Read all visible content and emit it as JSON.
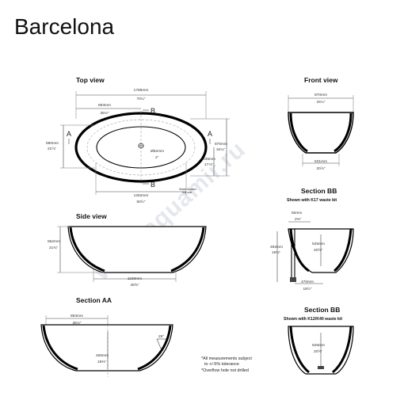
{
  "title": "Barcelona",
  "watermark": "www.aquamir.ru",
  "views": {
    "top": {
      "heading": "Top view",
      "length_mm": "1785mm",
      "length_in": "70¼\"",
      "half_mm": "893mm",
      "half_in": "35⅛\"",
      "width_left_mm": "580mm",
      "width_left_in": "22⅞\"",
      "width_right_mm": "870mm",
      "width_right_in": "34¼\"",
      "waste_dia_mm": "Ø52mm",
      "waste_dia_in": "2\"",
      "inner_mm": "435mm",
      "inner_in": "17⅛\"",
      "bottom_mm": "1262mm",
      "bottom_in": "50½\"",
      "label_a": "A",
      "label_b": "B",
      "small_note": "Waste location",
      "small_note2": "this side"
    },
    "front": {
      "heading": "Front view",
      "top_mm": "870mm",
      "top_in": "34¼\"",
      "base_mm": "531mm",
      "base_in": "20⅞\""
    },
    "side": {
      "heading": "Side view",
      "height_mm": "552mm",
      "height_in": "21¾\"",
      "base_mm": "1160mm",
      "base_in": "45⅝\""
    },
    "section_bb_k17": {
      "heading": "Section BB",
      "subheading": "Shown with K17 waste kit",
      "top_mm": "60mm",
      "top_in": "2⅜\"",
      "left_mm": "492mm",
      "left_in": "19⅜\"",
      "depth_mm": "525mm",
      "depth_in": "20⅝\"",
      "base_mm": "470mm",
      "base_in": "18½\""
    },
    "section_aa": {
      "heading": "Section AA",
      "width_mm": "893mm",
      "width_in": "35⅛\"",
      "depth_mm": "465mm",
      "depth_in": "18⅜\"",
      "angle": "29°"
    },
    "section_bb_k12": {
      "heading": "Section BB",
      "subheading": "Shown with K12/K40 waste kit",
      "depth_mm": "525mm",
      "depth_in": "20⅝\""
    }
  },
  "notes": [
    "*All measurements subject",
    "to +/-5% tolerance",
    "*Overflow hole not drilled"
  ]
}
